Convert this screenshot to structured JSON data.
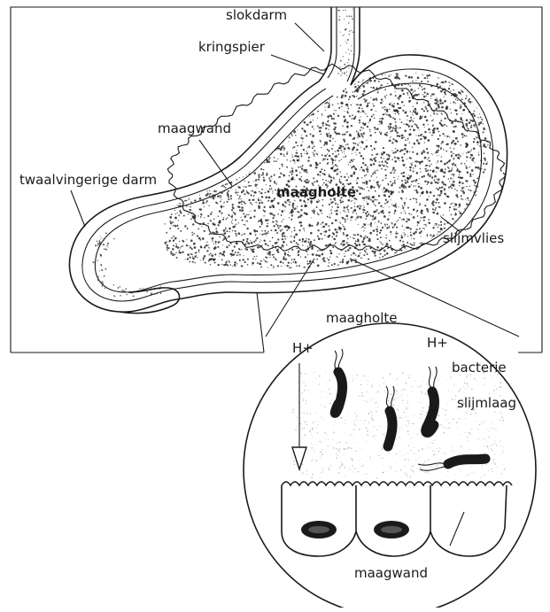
{
  "labels": {
    "slokdarm": "slokdarm",
    "kringspier": "kringspier",
    "maagwand_top": "maagwand",
    "twaalfvinger": "twaalvingerige darm",
    "maagholte_top": "maagholte",
    "slijmvlies": "slijmvlies",
    "maagholte_circle": "maagholte",
    "h_plus_left": "H+",
    "h_plus_right": "H+",
    "bacterie": "bacterie",
    "slijmlaag": "slijmlaag",
    "maagwand_bottom": "maagwand"
  },
  "colors": {
    "ink": "#1a1a1a",
    "stipple": "#2b2b2b",
    "background": "#ffffff"
  }
}
